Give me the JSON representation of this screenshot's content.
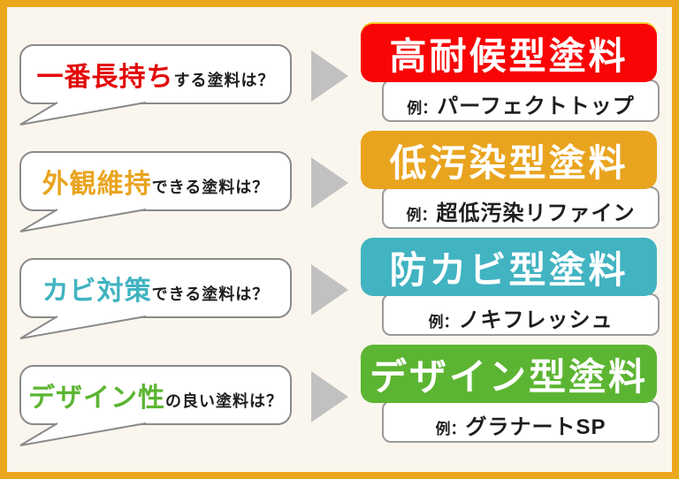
{
  "palette": {
    "frame_border": "#ECA81C",
    "background": "#FAF6EE",
    "arrow": "#C1C1C1",
    "bubble_border": "#8A8A8A",
    "example_border": "#9A9A9A",
    "text_dark": "#1E1E1E"
  },
  "rows": [
    {
      "question_highlight": "一番長持ち",
      "question_rest": "する塗料は？",
      "highlight_color": "#E30808",
      "box_color": "#F90505",
      "answer": "高耐候型塗料",
      "example_prefix": "例：",
      "example_name": "パーフェクトトップ"
    },
    {
      "question_highlight": "外観維持",
      "question_rest": "できる塗料は？",
      "highlight_color": "#E9A41F",
      "box_color": "#E9A41F",
      "answer": "低汚染型塗料",
      "example_prefix": "例：",
      "example_name": "超低汚染リファイン"
    },
    {
      "question_highlight": "カビ対策",
      "question_rest": "できる塗料は？",
      "highlight_color": "#41B3C1",
      "box_color": "#41B3C1",
      "answer": "防カビ型塗料",
      "example_prefix": "例：",
      "example_name": "ノキフレッシュ"
    },
    {
      "question_highlight": "デザイン性",
      "question_rest": "の良い塗料は？",
      "highlight_color": "#5CB532",
      "box_color": "#5CB532",
      "answer": "デザイン型塗料",
      "example_prefix": "例：",
      "example_name": "グラナートSP"
    }
  ]
}
